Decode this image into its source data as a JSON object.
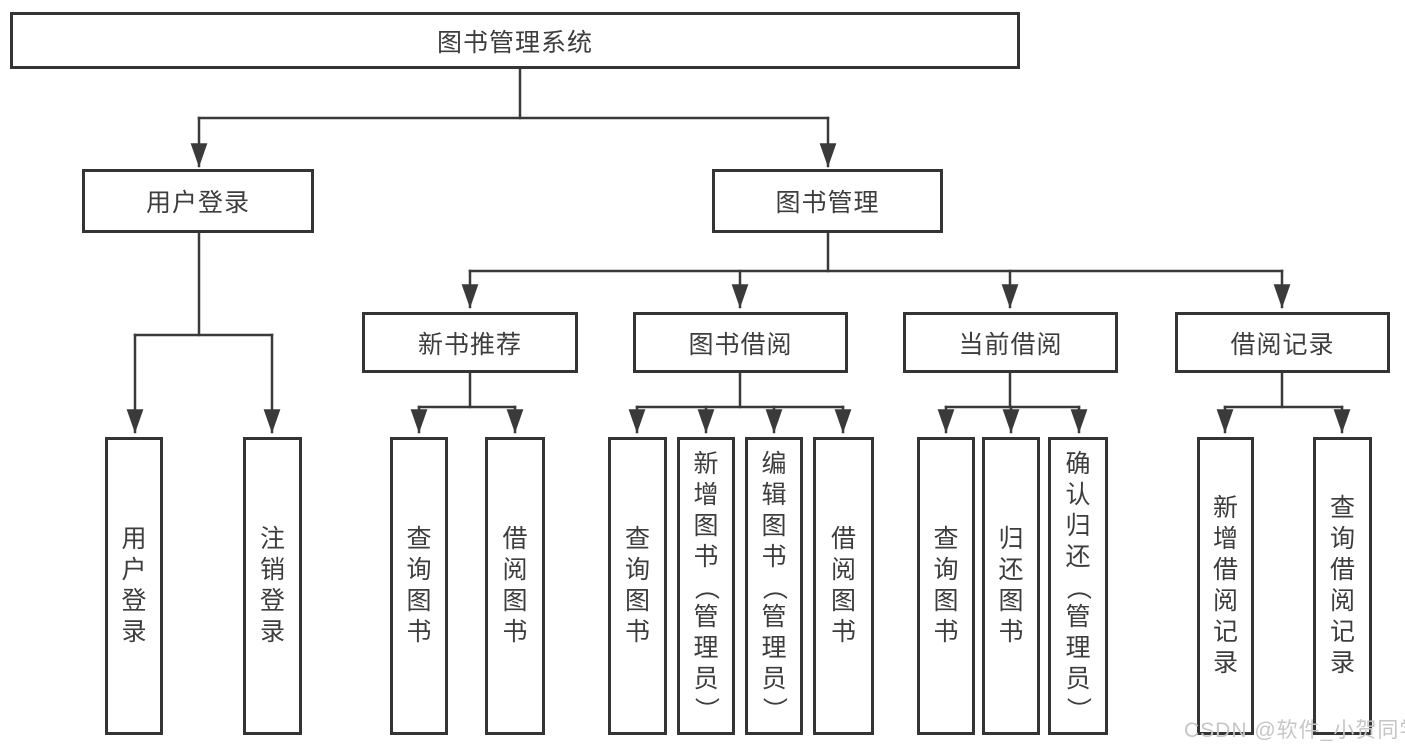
{
  "tree": {
    "label": "图书管理系统",
    "children": [
      {
        "label": "用户登录",
        "children": [
          {
            "label": "用户登录"
          },
          {
            "label": "注销登录"
          }
        ]
      },
      {
        "label": "图书管理",
        "children": [
          {
            "label": "新书推荐",
            "children": [
              {
                "label": "查询图书"
              },
              {
                "label": "借阅图书"
              }
            ]
          },
          {
            "label": "图书借阅",
            "children": [
              {
                "label": "查询图书"
              },
              {
                "label": "新增图书（管理员）"
              },
              {
                "label": "编辑图书（管理员）"
              },
              {
                "label": "借阅图书"
              }
            ]
          },
          {
            "label": "当前借阅",
            "children": [
              {
                "label": "查询图书"
              },
              {
                "label": "归还图书"
              },
              {
                "label": "确认归还（管理员）"
              }
            ]
          },
          {
            "label": "借阅记录",
            "children": [
              {
                "label": "新增借阅记录"
              },
              {
                "label": "查询借阅记录"
              }
            ]
          }
        ]
      }
    ]
  },
  "watermark": {
    "text": "CSDN @软件_小贺同学"
  },
  "colors": {
    "line": "#3a3a3a",
    "border": "#343434",
    "text": "#3d3d3d",
    "watermark": "#c6c6c6",
    "background": "#ffffff"
  }
}
